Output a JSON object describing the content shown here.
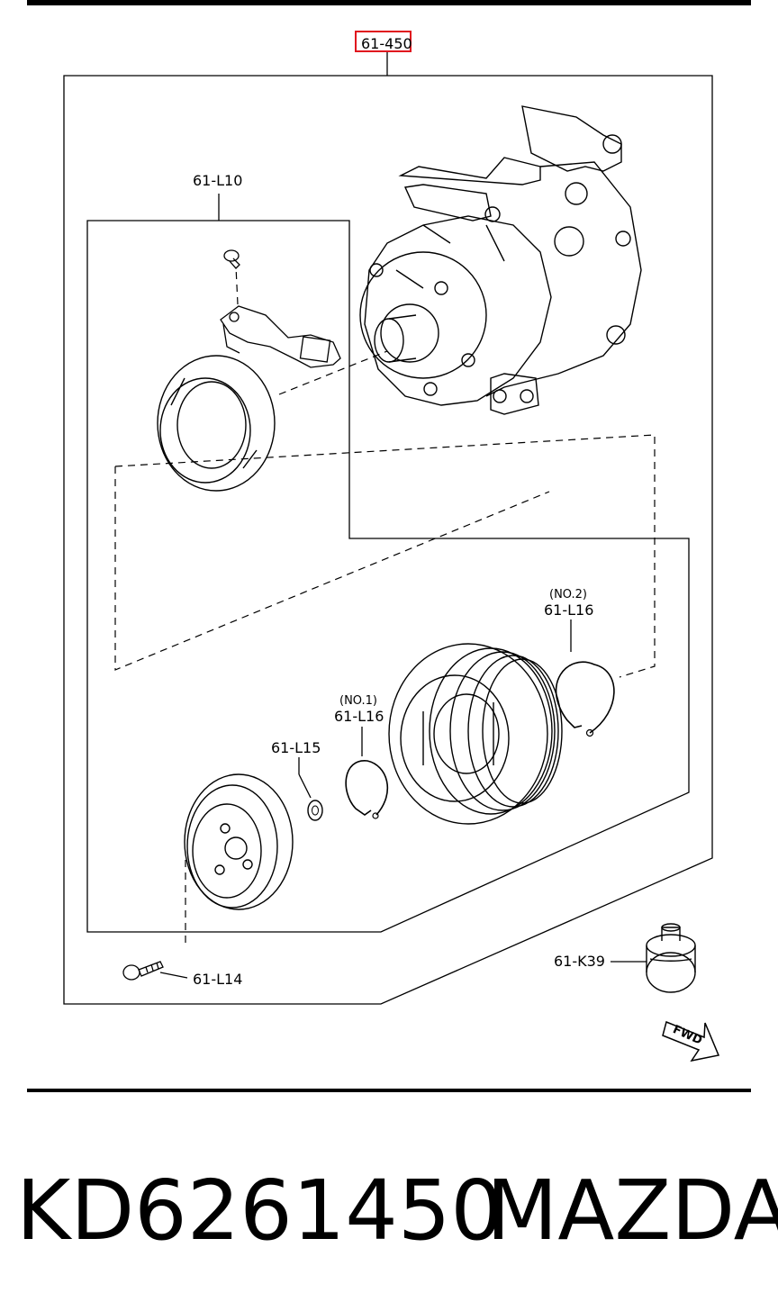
{
  "diagram": {
    "main_part": "61-450",
    "labels": {
      "l10": "61-L10",
      "l16_no2_qualifier": "(NO.2)",
      "l16_no2": "61-L16",
      "l16_no1_qualifier": "(NO.1)",
      "l16_no1": "61-L16",
      "l15": "61-L15",
      "l14": "61-L14",
      "k39": "61-K39",
      "fwd": "FWD"
    },
    "highlight_color": "#e0141e"
  },
  "footer": {
    "part_number": "KD6261450",
    "brand": "MAZDA"
  }
}
